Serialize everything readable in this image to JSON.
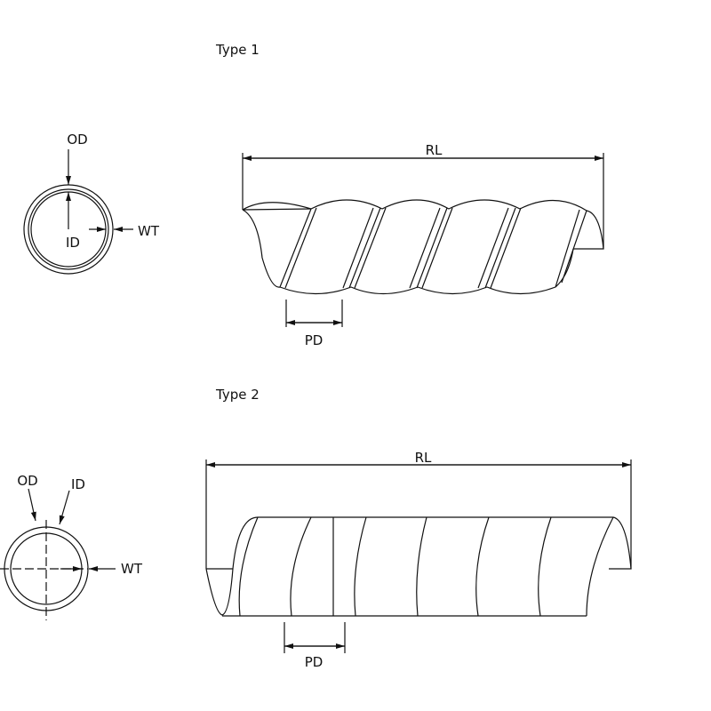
{
  "type1": {
    "title": "Type 1",
    "od": "OD",
    "id": "ID",
    "wt": "WT",
    "rl": "RL",
    "pd": "PD"
  },
  "type2": {
    "title": "Type 2",
    "od": "OD",
    "id": "ID",
    "wt": "WT",
    "rl": "RL",
    "pd": "PD"
  }
}
